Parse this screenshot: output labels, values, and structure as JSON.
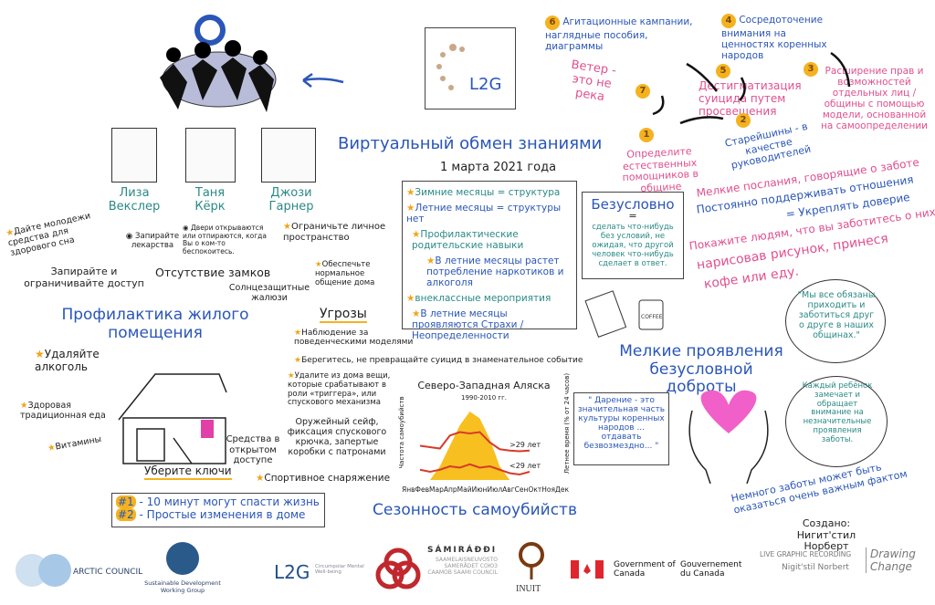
{
  "header": {
    "title": "Виртуальный обмен знаниями",
    "date": "1 марта 2021 года",
    "logo": "L2G"
  },
  "presenters": [
    {
      "name": "Лиза Векслер"
    },
    {
      "name": "Таня Кёрк"
    },
    {
      "name": "Джози Гарнер"
    }
  ],
  "center_box": {
    "items": [
      "Зимние месяцы = структура",
      "Летние месяцы = структуры нет",
      "Профилактические родительские навыки",
      "В летние месяцы растет потребление наркотиков и алкоголя",
      "внеклассные мероприятия",
      "В летние месяцы проявляются Страхи / Неопределенности"
    ]
  },
  "cycle": {
    "items": [
      {
        "n": "1",
        "text": "Определите естественных помощников в общине"
      },
      {
        "n": "2",
        "text": "Старейшины - в качестве руководителей"
      },
      {
        "n": "3",
        "text": "Расширение прав и возможностей отдельных лиц /общины с помощью модели, основанной на самоопределении"
      },
      {
        "n": "4",
        "text": "Сосредоточение внимания на ценностях коренных народов"
      },
      {
        "n": "5",
        "text": "Дестигматизация суицида путем просвещения"
      },
      {
        "n": "6",
        "text": "Агитационные кампании, наглядные пособия, диаграммы"
      },
      {
        "n": "7",
        "text": "Ветер - это не река"
      }
    ]
  },
  "home": {
    "title": "Профилактика жилого помещения",
    "labels": [
      "Дайте молодежи средства для здорового сна",
      "Запирайте лекарства",
      "Двери открываются или отпираются, когда Вы о ком-то беспокоитесь.",
      "Ограничьте личное пространство",
      "Запирайте и ограничивайте доступ",
      "Отсутствие замков",
      "Солнцезащитные жалюзи",
      "Обеспечьте нормальное общение дома",
      "Угрозы",
      "Удаляйте алкоголь",
      "Здоровая традиционная еда",
      "Витамины",
      "Уберите ключи",
      "Средства в открытом доступе",
      "Спортивное снаряжение",
      "Наблюдение за поведенческими моделями",
      "Берегитесь, не превращайте суицид в знаменательное событие",
      "Удалите из дома вещи, которые срабатывают в роли «триггера», или спускового механизма",
      "Оружейный сейф, фиксация спускового крючка, запертые коробки с патронами"
    ]
  },
  "tips": [
    {
      "badge": "#1",
      "text": "- 10 минут могут спасти жизнь"
    },
    {
      "badge": "#2",
      "text": "- Простые изменения в доме"
    }
  ],
  "chart_data": {
    "type": "line",
    "title": "Северо-Западная Аляска",
    "subtitle": "1990-2010 гг.",
    "categories": [
      "Янв",
      "Фев",
      "Мар",
      "Апр",
      "Май",
      "Июн",
      "Июл",
      "Авг",
      "Сен",
      "Окт",
      "Ноя",
      "Дек"
    ],
    "ylabel": "Частота самоубийств",
    "y2label": "Летнее время (% от 24 часов)",
    "series": [
      {
        "name": ">29 лет",
        "values": [
          5,
          4.8,
          4.6,
          6.5,
          7,
          6.8,
          7,
          5.5,
          4.5,
          4.3,
          4.2,
          4.3
        ]
      },
      {
        "name": "<29 лет",
        "values": [
          1.5,
          1.2,
          1.5,
          2,
          1.8,
          2.3,
          1.8,
          2,
          1.5,
          1,
          0.8,
          1.2
        ]
      }
    ],
    "area": {
      "name": "Летнее время",
      "values": [
        0,
        0,
        2,
        5,
        8,
        10,
        9,
        6,
        2,
        0,
        0,
        0
      ]
    },
    "ylim": [
      0,
      10
    ]
  },
  "chart_caption": "Сезонность самоубийств",
  "unconditional": {
    "title": "Безусловно",
    "eq": "=",
    "text": "сделать что-нибудь без условий, не ожидая, что другой человек что-нибудь сделает в ответ."
  },
  "kindness": {
    "lines": [
      "Мелкие послания, говорящие о заботе",
      "Постоянно поддерживать отношения",
      "= Укреплять доверие",
      "Покажите людям, что вы заботитесь о них,",
      "нарисовав рисунок, принеся",
      "кофе или еду."
    ],
    "quote1": "\"Мы все обязаны приходить и заботиться друг о друге в наших общинах.\"",
    "title": "Мелкие проявления безусловной доброты",
    "gift": "\" Дарение - это значительная часть культуры коренных народов ... отдавать безвозмездно... \"",
    "quote2": "Каждый ребёнок замечает и обращает внимание на незначительные проявления заботы.",
    "curved": "Немного заботы может быть оказаться очень важным фактом",
    "coffee": "COFFEE"
  },
  "credit": {
    "label": "Создано:",
    "name": "Нигит'стил Норберт"
  },
  "footer": {
    "logos": [
      "ARCTIC COUNCIL",
      "Sustainable Development Working Group",
      "L2G",
      "Circumpolar Mental Well-being",
      "SÁMIRÁÐÐI",
      "SAAMELAISNEUVOSTO SAMERÅDET СОЮЗ СААМОВ SAAMI COUNCIL",
      "INUIT",
      "Government of Canada",
      "Gouvernement du Canada",
      "LIVE GRAPHIC RECORDING",
      "Nigit'stil Norbert",
      "Drawing Change"
    ]
  },
  "colors": {
    "blue": "#2a56b8",
    "teal": "#2a8a86",
    "pink": "#e0508f",
    "orange": "#f5b21f"
  }
}
